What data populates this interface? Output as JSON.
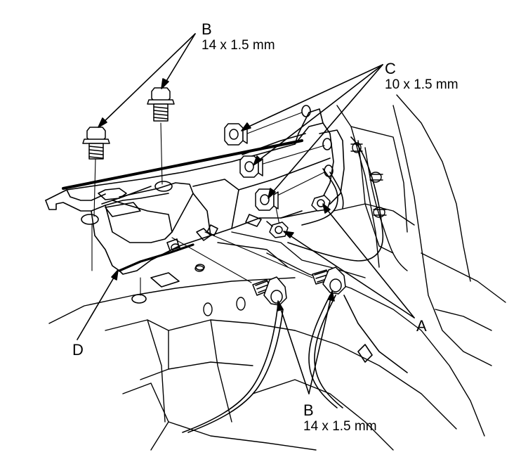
{
  "callouts": {
    "b_top": {
      "letter": "B",
      "spec": "14 x 1.5 mm"
    },
    "c": {
      "letter": "C",
      "spec": "10 x 1.5 mm"
    },
    "a": {
      "letter": "A"
    },
    "d": {
      "letter": "D"
    },
    "b_bottom": {
      "letter": "B",
      "spec": "14 x 1.5 mm"
    }
  },
  "colors": {
    "ink": "#000000",
    "paper": "#ffffff"
  }
}
